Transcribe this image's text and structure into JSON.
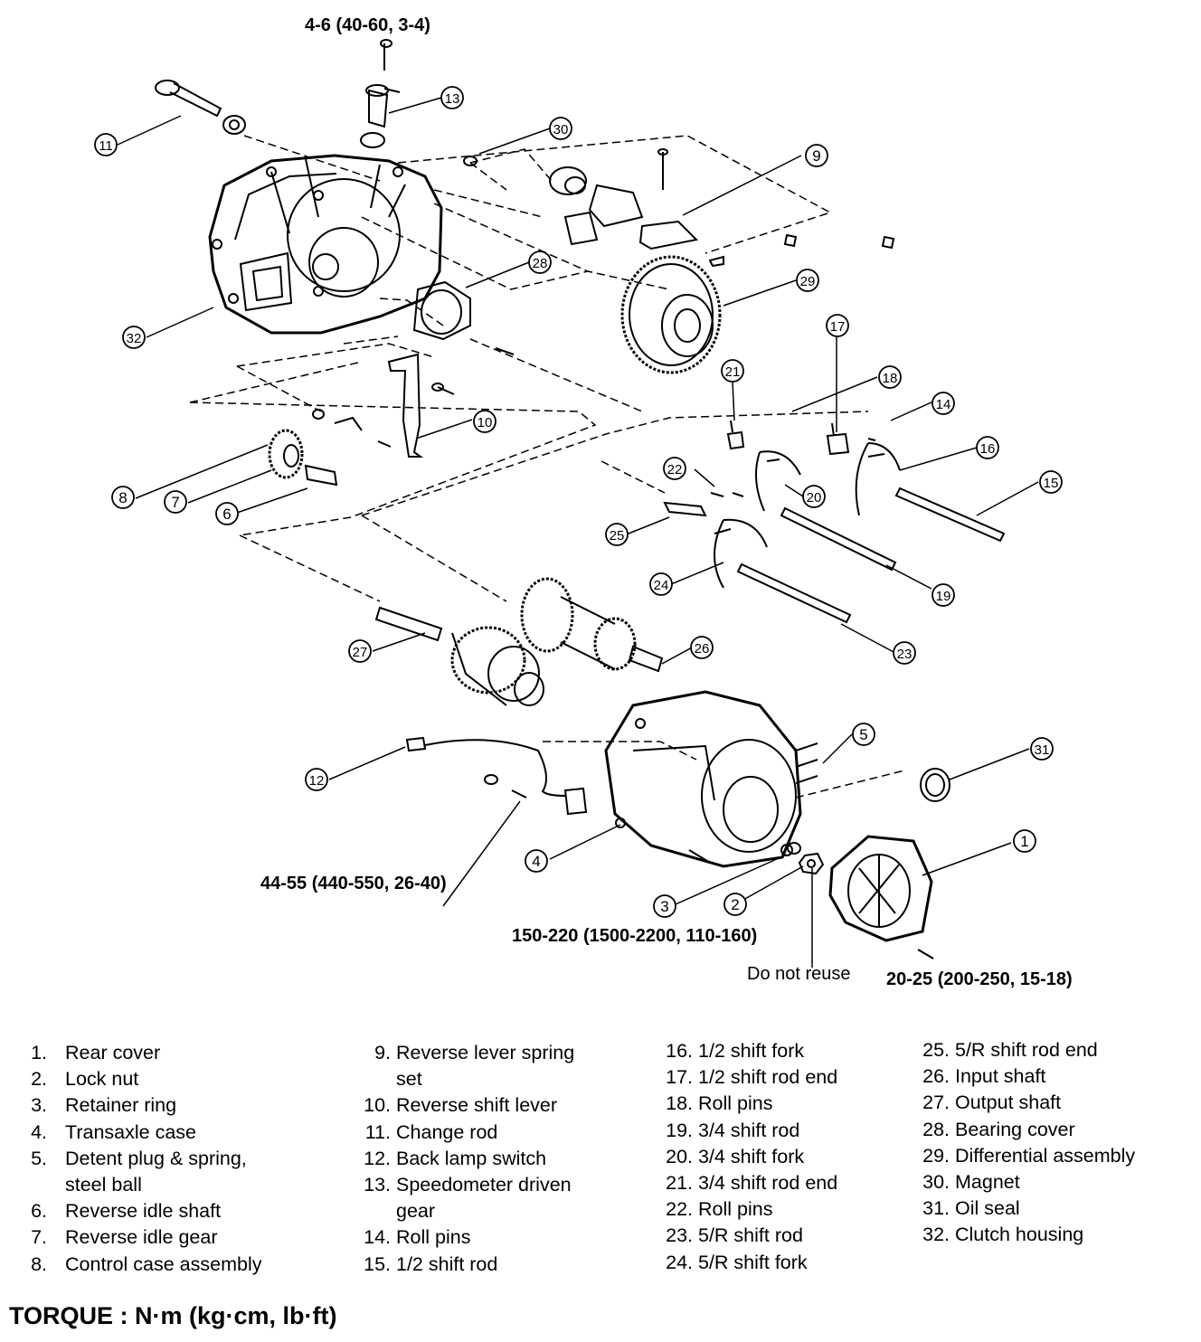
{
  "torque_specs": {
    "t1": "4-6 (40-60, 3-4)",
    "t2": "44-55 (440-550, 26-40)",
    "t3": "150-220 (1500-2200, 110-160)",
    "t4": "20-25 (200-250, 15-18)"
  },
  "note_do_not_reuse": "Do not reuse",
  "callouts": [
    "1",
    "2",
    "3",
    "4",
    "5",
    "6",
    "7",
    "8",
    "9",
    "10",
    "11",
    "12",
    "13",
    "14",
    "15",
    "16",
    "17",
    "18",
    "19",
    "20",
    "21",
    "22",
    "23",
    "24",
    "25",
    "26",
    "27",
    "28",
    "29",
    "30",
    "31",
    "32"
  ],
  "legend": {
    "col1": [
      {
        "num": "1.",
        "label": "Rear cover"
      },
      {
        "num": "2.",
        "label": "Lock nut"
      },
      {
        "num": "3.",
        "label": "Retainer ring"
      },
      {
        "num": "4.",
        "label": "Transaxle case"
      },
      {
        "num": "5.",
        "label": "Detent plug & spring,"
      },
      {
        "num": "",
        "label": "steel ball"
      },
      {
        "num": "6.",
        "label": "Reverse idle shaft"
      },
      {
        "num": "7.",
        "label": "Reverse idle gear"
      },
      {
        "num": "8.",
        "label": "Control case assembly"
      }
    ],
    "col2": [
      {
        "num": "9.",
        "label": "Reverse lever spring"
      },
      {
        "num": "",
        "label": "set"
      },
      {
        "num": "10.",
        "label": "Reverse shift lever"
      },
      {
        "num": "11.",
        "label": "Change rod"
      },
      {
        "num": "12.",
        "label": "Back lamp switch"
      },
      {
        "num": "13.",
        "label": "Speedometer driven"
      },
      {
        "num": "",
        "label": "gear"
      },
      {
        "num": "14.",
        "label": "Roll pins"
      },
      {
        "num": "15.",
        "label": "1/2 shift rod"
      }
    ],
    "col3": [
      {
        "num": "16.",
        "label": "1/2 shift fork"
      },
      {
        "num": "17.",
        "label": "1/2 shift rod end"
      },
      {
        "num": "18.",
        "label": "Roll pins"
      },
      {
        "num": "19.",
        "label": "3/4 shift rod"
      },
      {
        "num": "20.",
        "label": "3/4 shift fork"
      },
      {
        "num": "21.",
        "label": "3/4 shift rod end"
      },
      {
        "num": "22.",
        "label": "Roll pins"
      },
      {
        "num": "23.",
        "label": "5/R shift rod"
      },
      {
        "num": "24.",
        "label": "5/R shift fork"
      }
    ],
    "col4": [
      {
        "num": "25.",
        "label": "5/R shift rod end"
      },
      {
        "num": "26.",
        "label": "Input shaft"
      },
      {
        "num": "27.",
        "label": "Output shaft"
      },
      {
        "num": "28.",
        "label": "Bearing cover"
      },
      {
        "num": "29.",
        "label": "Differential assembly"
      },
      {
        "num": "30.",
        "label": "Magnet"
      },
      {
        "num": "31.",
        "label": "Oil seal"
      },
      {
        "num": "32.",
        "label": "Clutch housing"
      }
    ]
  },
  "torque_unit_title": "TORQUE : N·m (kg·cm, lb·ft)"
}
